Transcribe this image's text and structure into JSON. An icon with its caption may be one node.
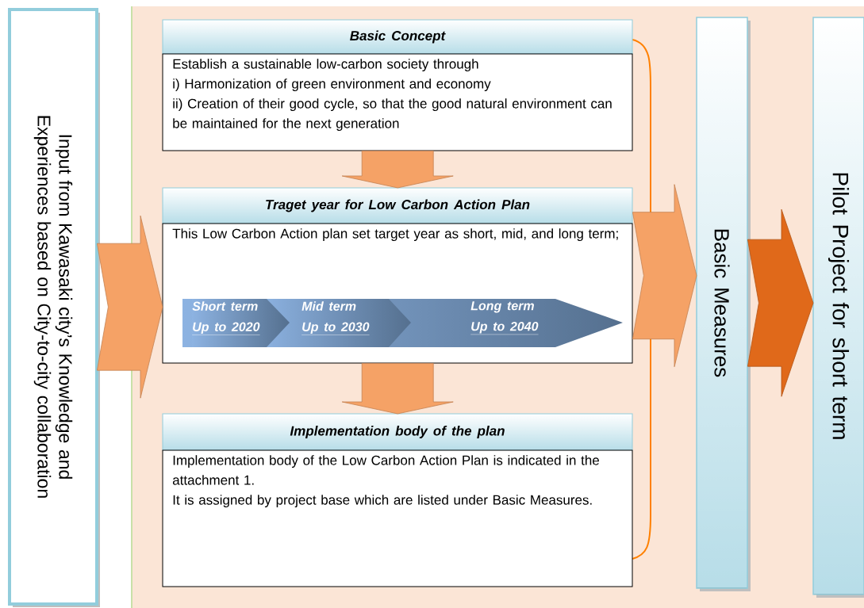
{
  "diagram": {
    "nodes": [
      {
        "text": [
          "Input from Kawasaki city’s Knowledge and Experiences based on City-to-city collaboration"
        ]
      },
      {
        "text": [
          "Basic Concept",
          "Establish a sustainable low-carbon society through",
          "i) Harmonization of green environment and economy",
          "ii) Creation of their good cycle, so that the good natural environment can be maintained for the next generation"
        ]
      },
      {
        "text": [
          "Traget year for Low Carbon Action Plan",
          "This Low Carbon Action plan set target year as short, mid, and long term;"
        ]
      },
      {
        "text": [
          "Short term",
          "Up to 2020"
        ],
        "in": 2
      },
      {
        "text": [
          "Mid term",
          "Up to 2030"
        ],
        "in": 2
      },
      {
        "text": [
          "Long term",
          "Up to 2040"
        ],
        "in": 2
      },
      {
        "text": [
          "Implementation body of the plan",
          "Implementation body of the Low Carbon Action Plan is indicated in the attachment 1.",
          "It is assigned by project base which are listed under Basic Measures."
        ]
      },
      {
        "text": [
          "Basic Measures"
        ]
      },
      {
        "text": [
          "Pilot Project for short term"
        ]
      }
    ],
    "edges": [
      {
        "from": 0,
        "to": 2,
        "arrow": "to"
      },
      {
        "from": 1,
        "to": 2,
        "arrow": "to"
      },
      {
        "from": 2,
        "to": 6,
        "arrow": "to"
      },
      {
        "from": 2,
        "to": 7,
        "arrow": "to"
      },
      {
        "from": 7,
        "to": 8,
        "arrow": "to",
        "color": "#e0691a"
      }
    ]
  }
}
